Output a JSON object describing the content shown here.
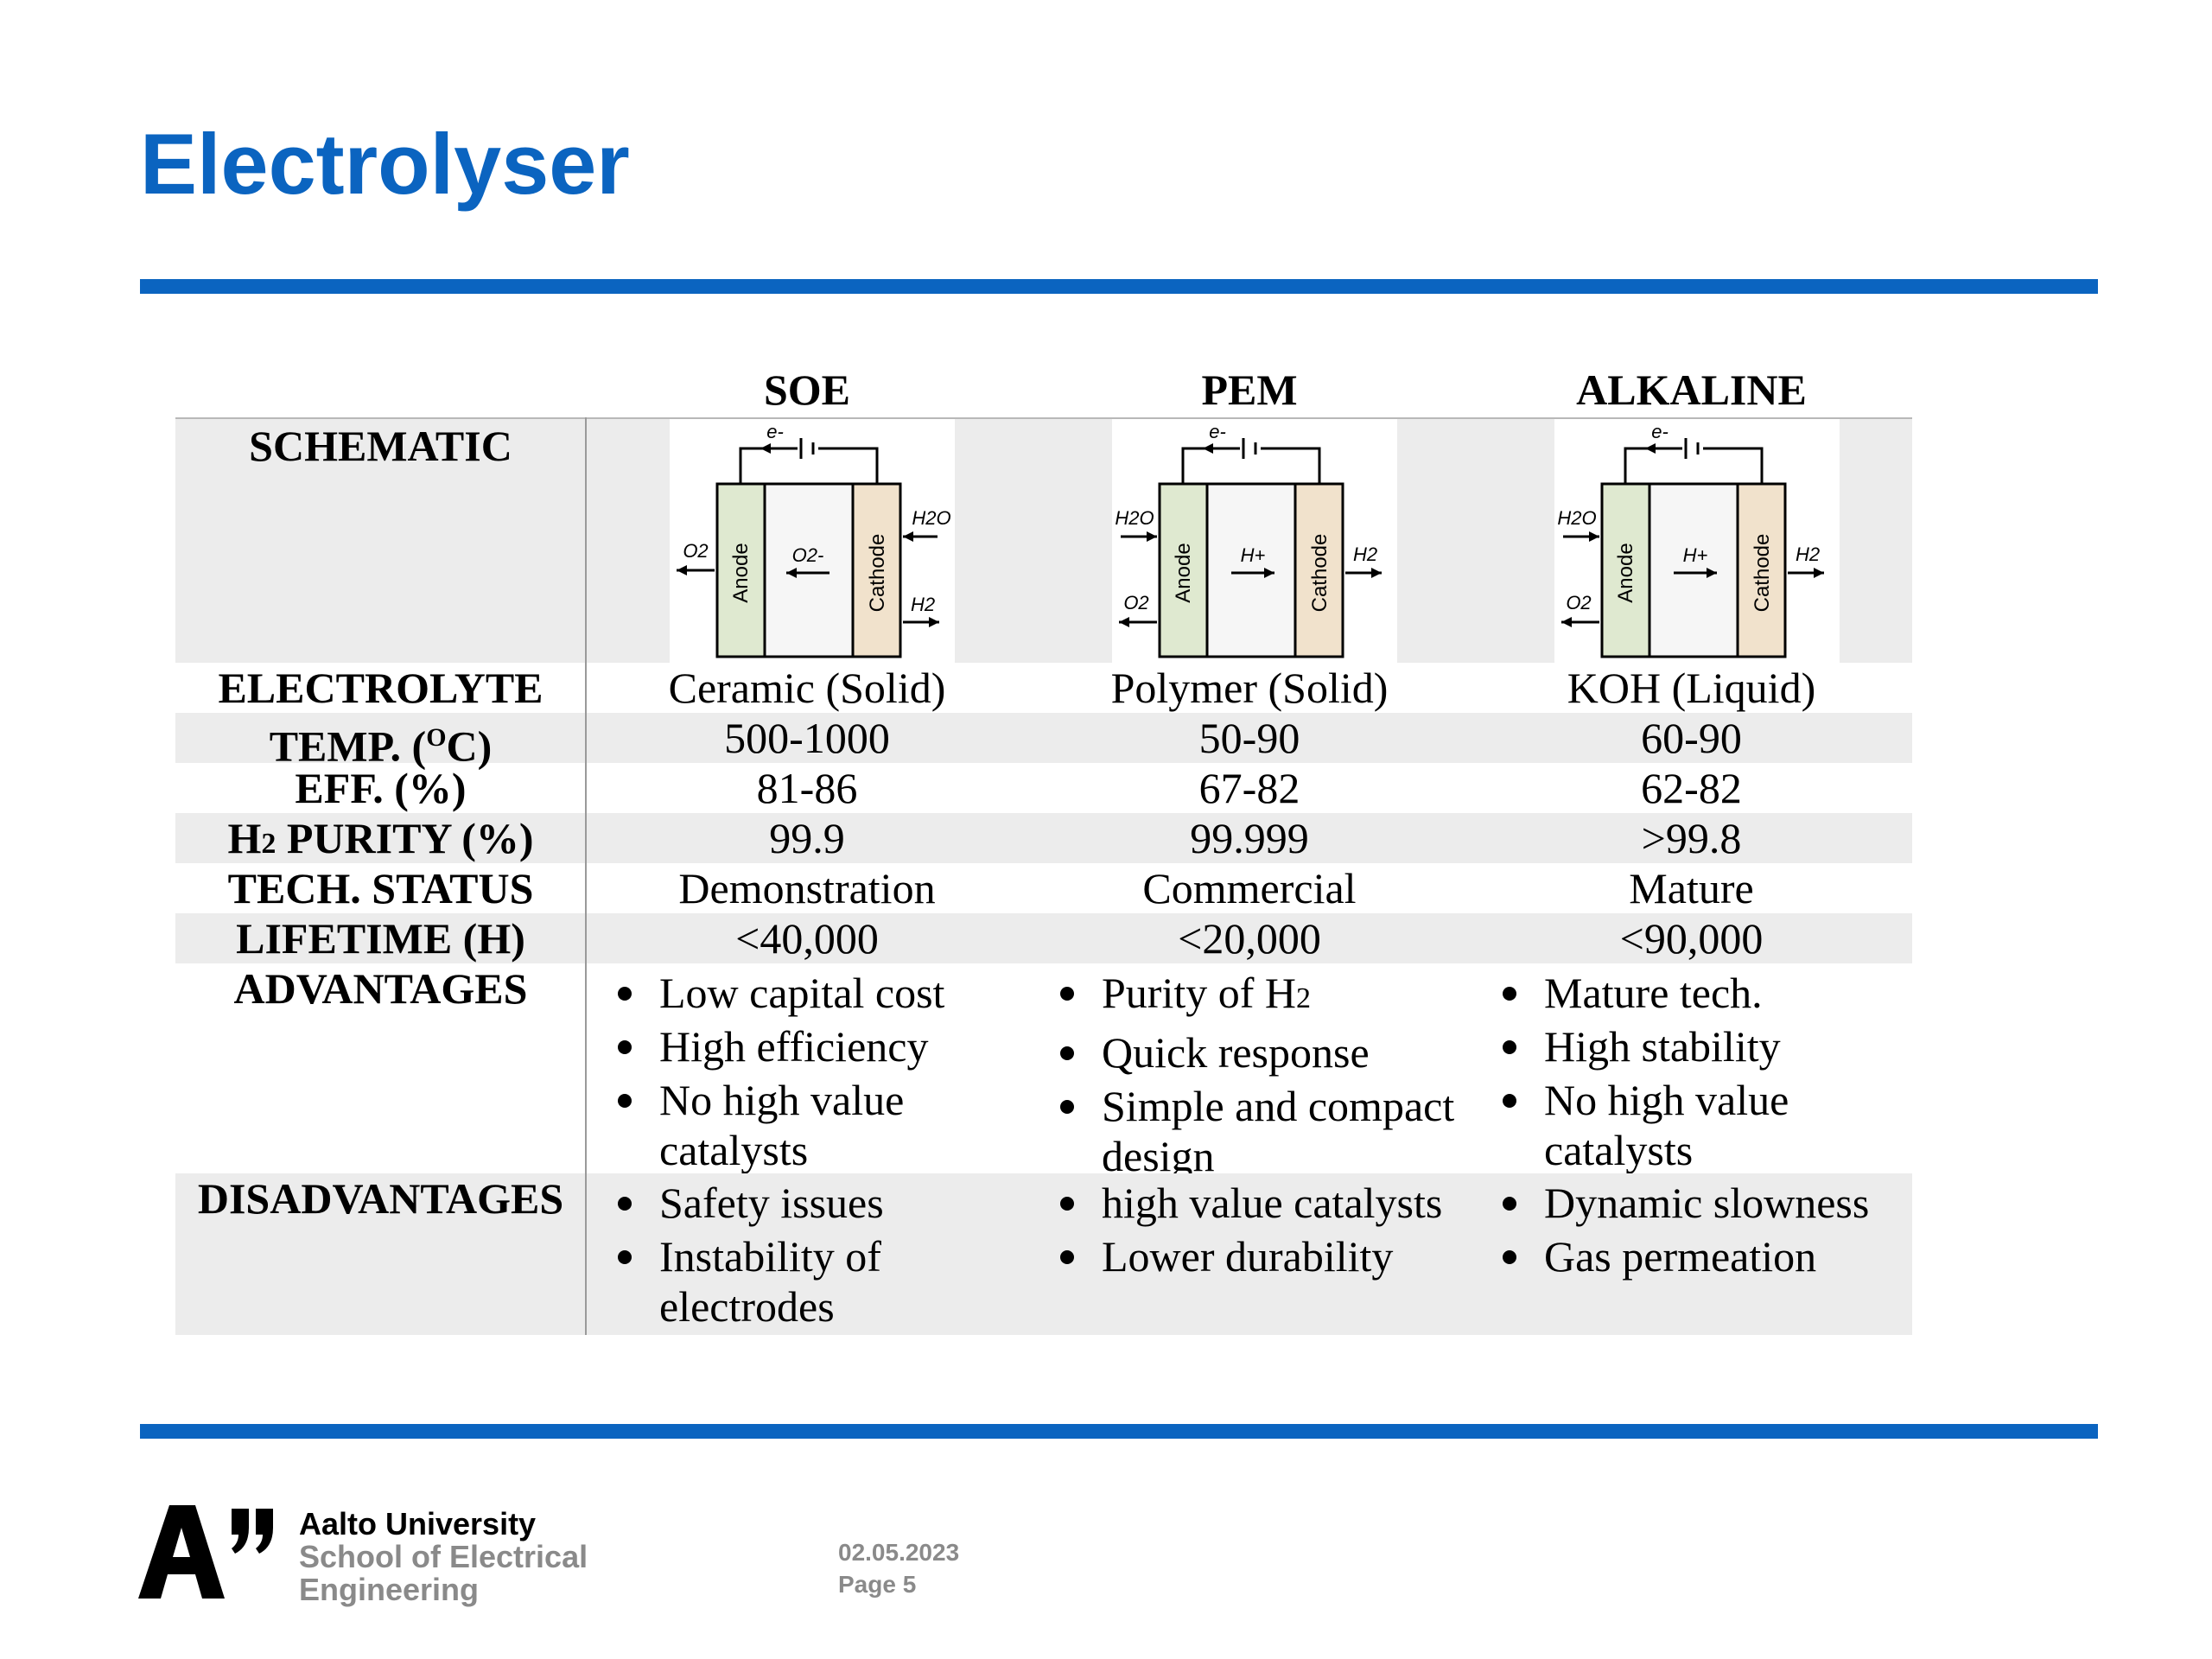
{
  "slide": {
    "title": "Electrolyser"
  },
  "table": {
    "columns": [
      "SOE",
      "PEM",
      "ALKALINE"
    ],
    "row_labels": {
      "schematic": "SCHEMATIC",
      "electrolyte": "ELECTROLYTE",
      "temp": "TEMP. (OC)",
      "eff": "EFF. (%)",
      "purity": "H2 PURITY (%)",
      "tech": "TECH. STATUS",
      "lifetime": "LIFETIME (H)",
      "advantages": "ADVANTAGES",
      "disadvantages": "DISADVANTAGES"
    },
    "electrolyte": [
      "Ceramic (Solid)",
      "Polymer (Solid)",
      "KOH (Liquid)"
    ],
    "temp": [
      "500-1000",
      "50-90",
      "60-90"
    ],
    "eff": [
      "81-86",
      "67-82",
      "62-82"
    ],
    "purity": [
      "99.9",
      "99.999",
      ">99.8"
    ],
    "tech": [
      "Demonstration",
      "Commercial",
      "Mature"
    ],
    "lifetime": [
      "<40,000",
      "<20,000",
      "<90,000"
    ],
    "advantages": [
      [
        "Low capital cost",
        "High efficiency",
        "No high value catalysts"
      ],
      [
        "Purity of H2",
        "Quick response",
        "Simple and compact design"
      ],
      [
        "Mature tech.",
        "High stability",
        "No high value catalysts"
      ]
    ],
    "disadvantages": [
      [
        "Safety issues",
        "Instability of electrodes"
      ],
      [
        "high value catalysts",
        "Lower durability"
      ],
      [
        "Dynamic slowness",
        "Gas permeation"
      ]
    ],
    "schematic_labels": {
      "anode": "Anode",
      "cathode": "Cathode",
      "electron": "e-",
      "soe_ion": "O2-",
      "pem_ion": "H+",
      "alk_ion": "H+",
      "o2": "O2",
      "h2": "H2",
      "h2o": "H2O"
    }
  },
  "footer": {
    "university": "Aalto University",
    "school_line1": "School of Electrical",
    "school_line2": "Engineering",
    "date": "02.05.2023",
    "page": "Page 5",
    "logo_text": "A”"
  },
  "colors": {
    "accent": "#0b64c0",
    "anode_fill": "#dfe9d0",
    "cathode_fill": "#f1e2cc",
    "shade": "#ececec"
  }
}
